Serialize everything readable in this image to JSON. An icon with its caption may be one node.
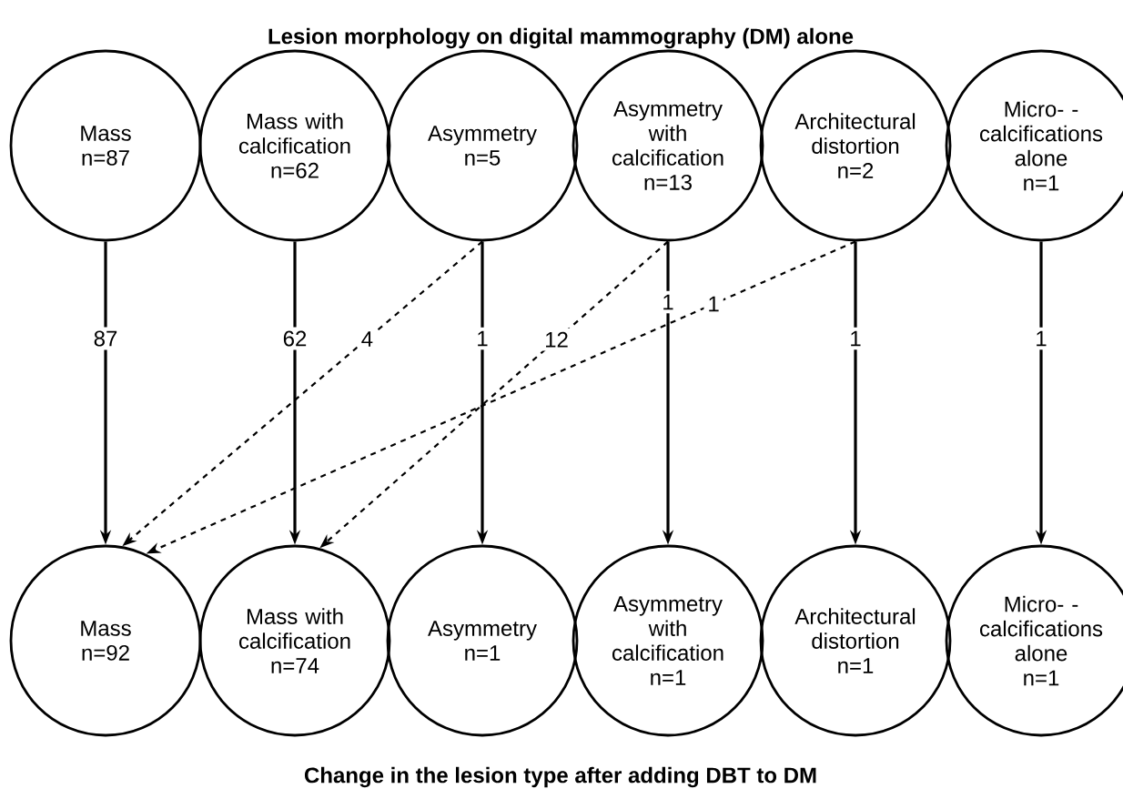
{
  "diagram": {
    "title": "Lesion morphology on digital mammography (DM) alone",
    "caption": "Change in the lesion type after adding DBT to DM",
    "nodes": [
      {
        "text": [
          "Mass",
          "n=87"
        ]
      },
      {
        "text": [
          "Mass with calcification",
          "n=62"
        ]
      },
      {
        "text": [
          "Asymmetry",
          "n=5"
        ]
      },
      {
        "text": [
          "Asymmetry with calcification",
          "n=13"
        ]
      },
      {
        "text": [
          "Architectural distortion",
          "n=2"
        ]
      },
      {
        "text": [
          "Micro- -calcifications alone",
          "n=1"
        ]
      },
      {
        "text": [
          "Mass",
          "n=92"
        ]
      },
      {
        "text": [
          "Mass with calcification",
          "n=74"
        ]
      },
      {
        "text": [
          "Asymmetry",
          "n=1"
        ]
      },
      {
        "text": [
          "Asymmetry with calcification",
          "n=1"
        ]
      },
      {
        "text": [
          "Architectural distortion",
          "n=1"
        ]
      },
      {
        "text": [
          "Micro- -calcifications alone",
          "n=1"
        ]
      }
    ],
    "edges": [
      {
        "from": 0,
        "to": 6,
        "arrow": "to",
        "label": "87"
      },
      {
        "from": 1,
        "to": 7,
        "arrow": "to",
        "label": "62"
      },
      {
        "from": 2,
        "to": 6,
        "arrow": "to",
        "label": "4",
        "style": "dashed"
      },
      {
        "from": 2,
        "to": 8,
        "arrow": "to",
        "label": "1"
      },
      {
        "from": 3,
        "to": 7,
        "arrow": "to",
        "label": "12",
        "style": "dashed"
      },
      {
        "from": 3,
        "to": 9,
        "arrow": "to",
        "label": "1"
      },
      {
        "from": 4,
        "to": 6,
        "arrow": "to",
        "label": "1",
        "style": "dashed"
      },
      {
        "from": 4,
        "to": 10,
        "arrow": "to",
        "label": "1"
      },
      {
        "from": 5,
        "to": 11,
        "arrow": "to",
        "label": "1"
      }
    ]
  }
}
